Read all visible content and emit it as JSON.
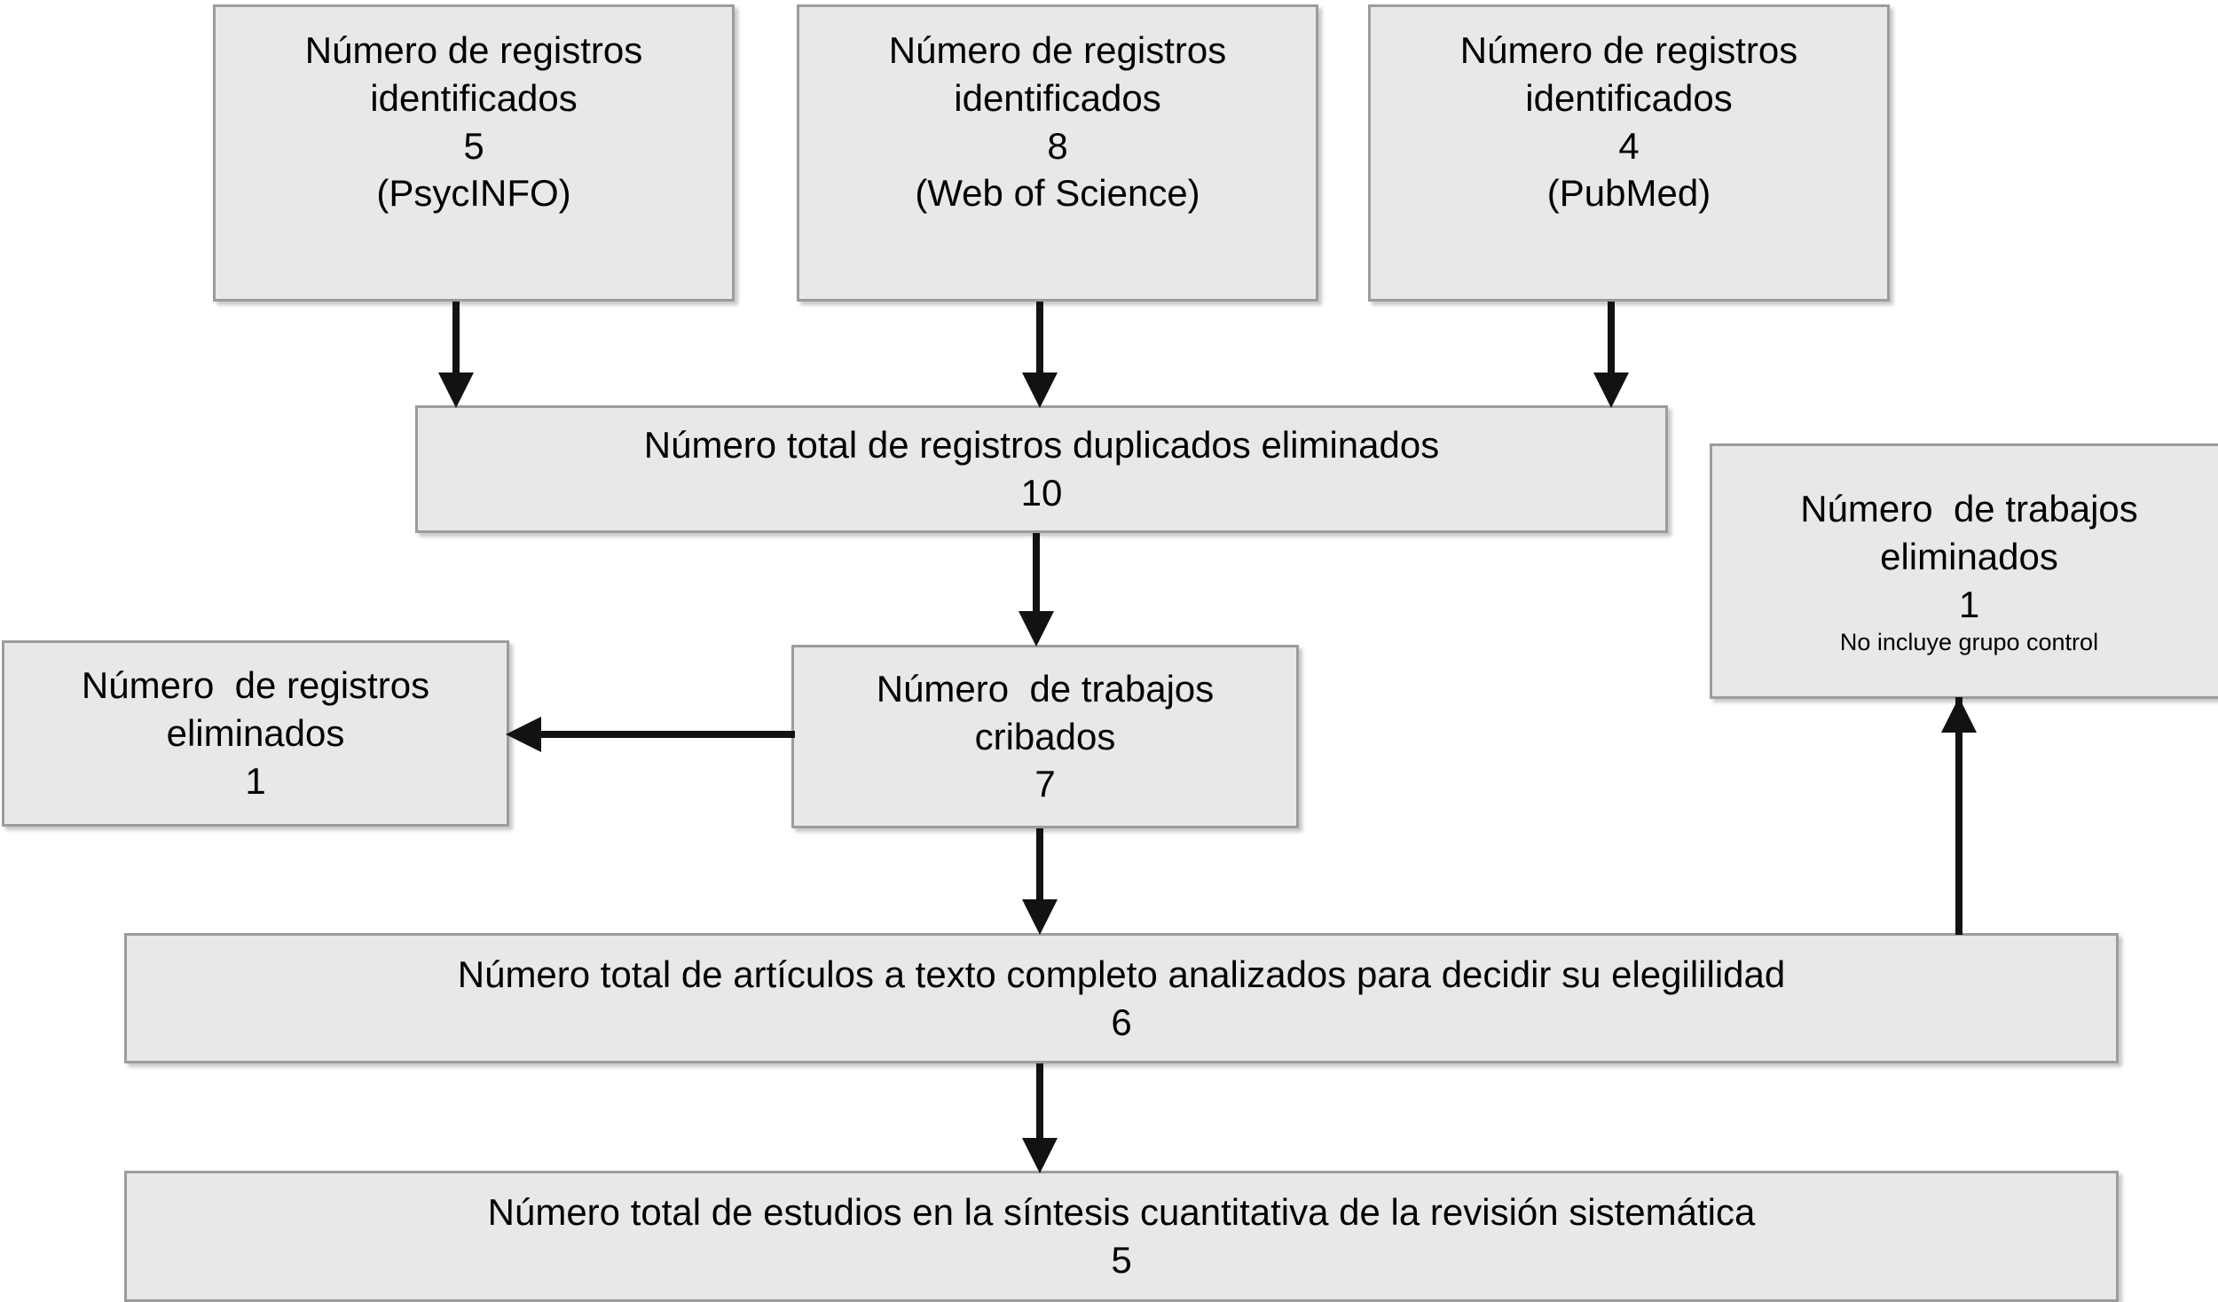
{
  "diagram": {
    "title": "PRISMA flow diagram",
    "language": "es",
    "colors": {
      "node_fill": "#e7e8e8",
      "node_border": "#9b9c9c",
      "arrow": "#121212",
      "background": "#ffffff",
      "text": "#000000"
    },
    "nodes": [
      {
        "id": "psycinfo",
        "name": "records-identified-psycinfo",
        "lines": [
          "Número de registros",
          "identificados",
          "5",
          "(PsycINFO)"
        ],
        "count": 5,
        "source": "PsycINFO"
      },
      {
        "id": "wos",
        "name": "records-identified-web-of-science",
        "lines": [
          "Número de registros",
          "identificados",
          "8",
          "(Web of Science)"
        ],
        "count": 8,
        "source": "Web of Science"
      },
      {
        "id": "pubmed",
        "name": "records-identified-pubmed",
        "lines": [
          "Número de registros",
          "identificados",
          "4",
          "(PubMed)"
        ],
        "count": 4,
        "source": "PubMed"
      },
      {
        "id": "duplicates",
        "name": "duplicate-records-removed",
        "lines": [
          "Número total de registros duplicados eliminados",
          "10"
        ],
        "count": 10
      },
      {
        "id": "works_removed",
        "name": "works-removed-with-reason",
        "lines": [
          "Número  de trabajos",
          "eliminados",
          "1"
        ],
        "note": "No incluye grupo control",
        "count": 1
      },
      {
        "id": "records_removed",
        "name": "records-removed-screening",
        "lines": [
          "Número  de registros",
          "eliminados",
          "1"
        ],
        "count": 1
      },
      {
        "id": "screened",
        "name": "works-screened",
        "lines": [
          "Número  de trabajos",
          "cribados",
          "7"
        ],
        "count": 7
      },
      {
        "id": "eligibility",
        "name": "full-text-articles-assessed",
        "lines": [
          "Número total de artículos a texto completo analizados para decidir su elegililidad",
          "6"
        ],
        "count": 6
      },
      {
        "id": "included",
        "name": "studies-included-in-synthesis",
        "lines": [
          "Número total de estudios en la síntesis cuantitativa de la revisión sistemática",
          "5"
        ],
        "count": 5
      }
    ],
    "edges": [
      {
        "from": "psycinfo",
        "to": "duplicates",
        "direction": "down"
      },
      {
        "from": "wos",
        "to": "duplicates",
        "direction": "down"
      },
      {
        "from": "pubmed",
        "to": "duplicates",
        "direction": "down"
      },
      {
        "from": "duplicates",
        "to": "screened",
        "direction": "down"
      },
      {
        "from": "screened",
        "to": "records_removed",
        "direction": "left"
      },
      {
        "from": "screened",
        "to": "eligibility",
        "direction": "down"
      },
      {
        "from": "eligibility",
        "to": "works_removed",
        "direction": "up"
      },
      {
        "from": "eligibility",
        "to": "included",
        "direction": "down"
      }
    ]
  }
}
